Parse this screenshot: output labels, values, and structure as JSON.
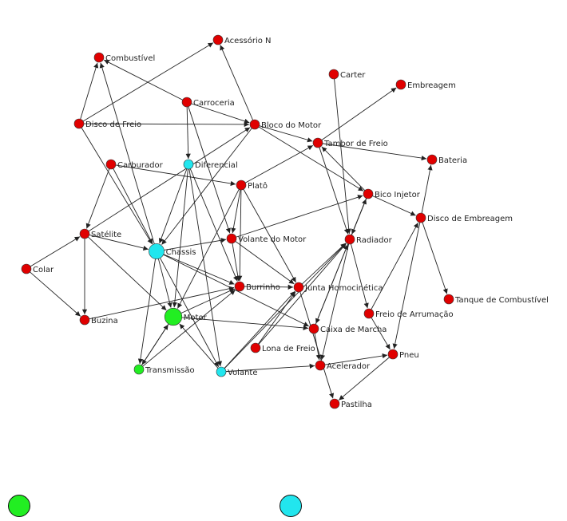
{
  "colors": {
    "red": "#e00000",
    "cyan": "#22e6ee",
    "green": "#22ee22",
    "edge": "#222222"
  },
  "nodes": [
    {
      "id": "acessorio",
      "label": "Acessório N",
      "color": "red"
    },
    {
      "id": "combustivel",
      "label": "Combustível",
      "color": "red"
    },
    {
      "id": "carter",
      "label": "Carter",
      "color": "red"
    },
    {
      "id": "embreagem",
      "label": "Embreagem",
      "color": "red"
    },
    {
      "id": "carroceria",
      "label": "Carroceria",
      "color": "red"
    },
    {
      "id": "discofreio",
      "label": "Disco de Freio",
      "color": "red"
    },
    {
      "id": "blocomotor",
      "label": "Bloco do Motor",
      "color": "red"
    },
    {
      "id": "tambor",
      "label": "Tambor de Freio",
      "color": "red"
    },
    {
      "id": "bateria",
      "label": "Bateria",
      "color": "red"
    },
    {
      "id": "carburador",
      "label": "Carburador",
      "color": "red"
    },
    {
      "id": "diferencial",
      "label": "Diferencial",
      "color": "cyan"
    },
    {
      "id": "plato",
      "label": "Platô",
      "color": "red"
    },
    {
      "id": "bicoinjetor",
      "label": "Bico Injetor",
      "color": "red"
    },
    {
      "id": "discoembreagem",
      "label": "Disco de Embreagem",
      "color": "red"
    },
    {
      "id": "satelite",
      "label": "Satélite",
      "color": "red"
    },
    {
      "id": "volantemotor",
      "label": "Volante do Motor",
      "color": "red"
    },
    {
      "id": "radiador",
      "label": "Radiador",
      "color": "red"
    },
    {
      "id": "chassis",
      "label": "Chassis",
      "color": "cyan"
    },
    {
      "id": "colar",
      "label": "Colar",
      "color": "red"
    },
    {
      "id": "buzinho",
      "label": "Burrinho",
      "color": "red"
    },
    {
      "id": "junta",
      "label": "Junta Homocinética",
      "color": "red"
    },
    {
      "id": "tanque",
      "label": "Tanque de Combustível",
      "color": "red"
    },
    {
      "id": "freioarrumacao",
      "label": "Freio de Arrumação",
      "color": "red"
    },
    {
      "id": "motor",
      "label": "Motor",
      "color": "green"
    },
    {
      "id": "buzina",
      "label": "Buzina",
      "color": "red"
    },
    {
      "id": "caixamarcha",
      "label": "Caixa de Marcha",
      "color": "red"
    },
    {
      "id": "lonafreio",
      "label": "Lona de Freio",
      "color": "red"
    },
    {
      "id": "pneu",
      "label": "Pneu",
      "color": "red"
    },
    {
      "id": "transmissao",
      "label": "Transmissão",
      "color": "green"
    },
    {
      "id": "volante",
      "label": "Volante",
      "color": "cyan"
    },
    {
      "id": "acelerador",
      "label": "Acelerador",
      "color": "red"
    },
    {
      "id": "pastilha",
      "label": "Pastilha",
      "color": "red"
    }
  ],
  "edges": [
    [
      "discofreio",
      "acessorio"
    ],
    [
      "discofreio",
      "combustivel"
    ],
    [
      "chassis",
      "combustivel"
    ],
    [
      "carroceria",
      "combustivel"
    ],
    [
      "carroceria",
      "blocomotor"
    ],
    [
      "carroceria",
      "diferencial"
    ],
    [
      "carroceria",
      "volantemotor"
    ],
    [
      "discofreio",
      "blocomotor"
    ],
    [
      "discofreio",
      "chassis"
    ],
    [
      "blocomotor",
      "acessorio"
    ],
    [
      "blocomotor",
      "tambor"
    ],
    [
      "blocomotor",
      "bicoinjetor"
    ],
    [
      "carter",
      "radiador"
    ],
    [
      "tambor",
      "embreagem"
    ],
    [
      "tambor",
      "bateria"
    ],
    [
      "bicoinjetor",
      "tambor"
    ],
    [
      "carburador",
      "chassis"
    ],
    [
      "carburador",
      "plato"
    ],
    [
      "carburador",
      "satelite"
    ],
    [
      "diferencial",
      "chassis"
    ],
    [
      "diferencial",
      "volante"
    ],
    [
      "diferencial",
      "buzinho"
    ],
    [
      "diferencial",
      "motor"
    ],
    [
      "plato",
      "tambor"
    ],
    [
      "plato",
      "volantemotor"
    ],
    [
      "plato",
      "buzinho"
    ],
    [
      "plato",
      "motor"
    ],
    [
      "bicoinjetor",
      "caixamarcha"
    ],
    [
      "bicoinjetor",
      "radiador"
    ],
    [
      "discoembreagem",
      "bateria"
    ],
    [
      "discoembreagem",
      "tanque"
    ],
    [
      "discoembreagem",
      "pneu"
    ],
    [
      "bicoinjetor",
      "discoembreagem"
    ],
    [
      "satelite",
      "chassis"
    ],
    [
      "satelite",
      "buzina"
    ],
    [
      "satelite",
      "motor"
    ],
    [
      "satelite",
      "blocomotor"
    ],
    [
      "volantemotor",
      "bicoinjetor"
    ],
    [
      "volantemotor",
      "junta"
    ],
    [
      "chassis",
      "volantemotor"
    ],
    [
      "chassis",
      "buzinho"
    ],
    [
      "chassis",
      "transmissao"
    ],
    [
      "chassis",
      "volante"
    ],
    [
      "chassis",
      "motor"
    ],
    [
      "chassis",
      "caixamarcha"
    ],
    [
      "colar",
      "satelite"
    ],
    [
      "colar",
      "buzina"
    ],
    [
      "buzina",
      "buzinho"
    ],
    [
      "motor",
      "buzinho"
    ],
    [
      "motor",
      "transmissao"
    ],
    [
      "motor",
      "caixamarcha"
    ],
    [
      "transmissao",
      "motor"
    ],
    [
      "transmissao",
      "buzinho"
    ],
    [
      "volante",
      "motor"
    ],
    [
      "volante",
      "acelerador"
    ],
    [
      "volante",
      "radiador"
    ],
    [
      "volante",
      "junta"
    ],
    [
      "buzinho",
      "junta"
    ],
    [
      "junta",
      "pastilha"
    ],
    [
      "junta",
      "radiador"
    ],
    [
      "lonafreio",
      "radiador"
    ],
    [
      "lonafreio",
      "junta"
    ],
    [
      "caixamarcha",
      "radiador"
    ],
    [
      "caixamarcha",
      "acelerador"
    ],
    [
      "freioarrumacao",
      "pneu"
    ],
    [
      "freioarrumacao",
      "discoembreagem"
    ],
    [
      "radiador",
      "bicoinjetor"
    ],
    [
      "radiador",
      "freioarrumacao"
    ],
    [
      "radiador",
      "acelerador"
    ],
    [
      "acelerador",
      "pneu"
    ],
    [
      "pneu",
      "pastilha"
    ],
    [
      "tambor",
      "radiador"
    ],
    [
      "plato",
      "junta"
    ],
    [
      "volantemotor",
      "buzinho"
    ],
    [
      "blocomotor",
      "chassis"
    ]
  ],
  "legend": [
    {
      "name": "legend-green-dot",
      "color": "green"
    },
    {
      "name": "legend-cyan-dot",
      "color": "cyan"
    }
  ]
}
